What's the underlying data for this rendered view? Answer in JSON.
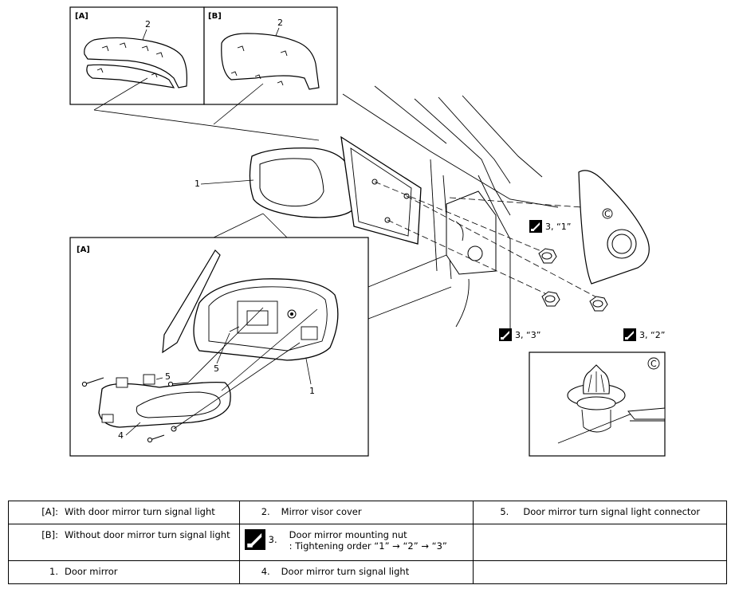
{
  "callouts": {
    "inset_a_label": "[A]",
    "inset_b_label": "[B]",
    "inset_a2_label": "[A]",
    "inset_c_label": "C",
    "part_1": "1",
    "part_2": "2",
    "part_3": "3",
    "part_4": "4",
    "part_5": "5",
    "nut_1": "3, “1”",
    "nut_2": "3, “2”",
    "nut_3": "3, “3”"
  },
  "legend": {
    "a_code": "[A]:",
    "a_desc": "With door mirror turn signal light",
    "b_code": "[B]:",
    "b_desc": "Without door mirror turn signal light",
    "p1_code": "1.",
    "p1_desc": "Door mirror",
    "p2_code": "2.",
    "p2_desc": "Mirror visor cover",
    "p3_code": "3.",
    "p3_desc_line1": "Door mirror mounting nut",
    "p3_desc_line2": ": Tightening order “1” → “2” → “3”",
    "p4_code": "4.",
    "p4_desc": "Door mirror turn signal light",
    "p5_code": "5.",
    "p5_desc": "Door mirror turn signal light connector"
  }
}
